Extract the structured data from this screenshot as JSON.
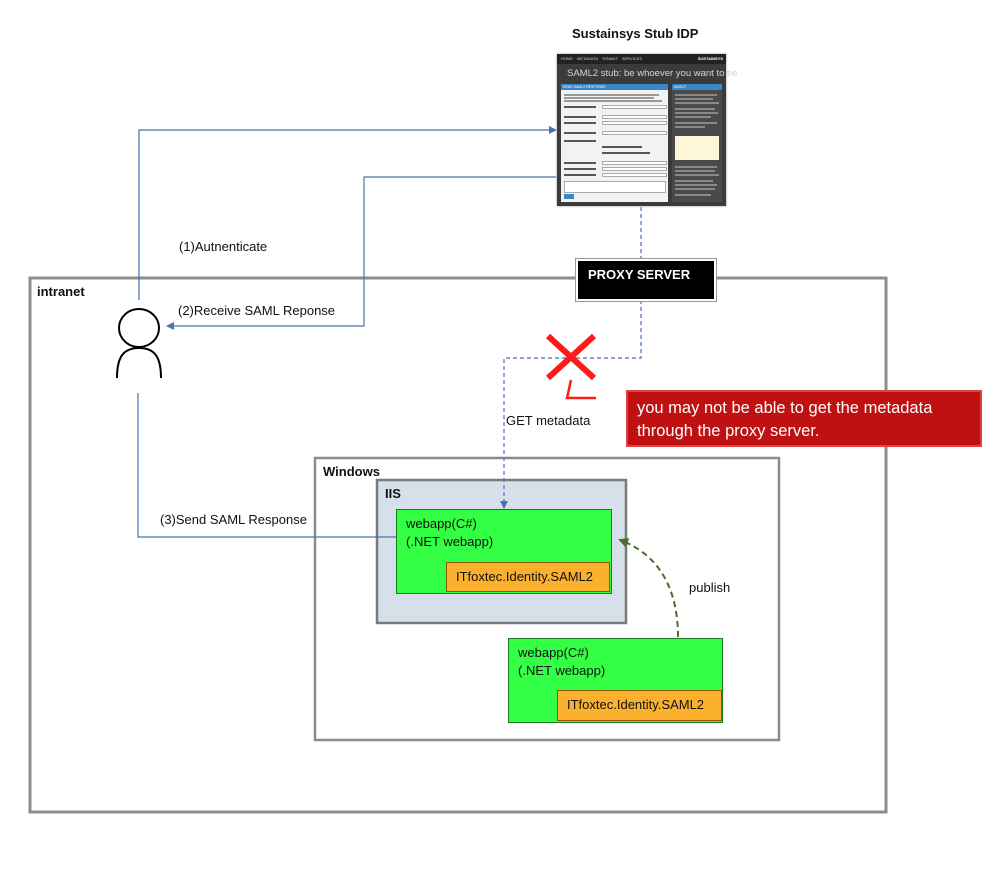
{
  "idp": {
    "title": "Sustainsys  Stub IDP",
    "thumb_nav": [
      "HOME",
      "METADATA",
      "TENANT",
      "SERVICES"
    ],
    "thumb_brand": "SUSTAINSYS",
    "thumb_headline": "SAML2 stub: be whoever you want to be",
    "thumb_form_header": "SEND SAML2 RESPONSE",
    "thumb_about_header": "ABOUT"
  },
  "proxy": {
    "label": "PROXY SERVER"
  },
  "zones": {
    "intranet": "intranet",
    "windows": "Windows",
    "iis": "IIS"
  },
  "steps": {
    "authenticate": "(1)Autnenticate",
    "receive": "(2)Receive SAML Reponse",
    "send": "(3)Send SAML Response",
    "get_metadata": "GET metadata",
    "publish": "publish"
  },
  "warning": {
    "line1": "you may not be able to  get the metadata",
    "line2": "through the proxy server."
  },
  "webapp_iis": {
    "line1": "webapp(C#)",
    "line2": "(.NET webapp)",
    "library": "ITfoxtec.Identity.SAML2"
  },
  "webapp_dev": {
    "line1": "webapp(C#)",
    "line2": "(.NET webapp)",
    "library": "ITfoxtec.Identity.SAML2"
  },
  "colors": {
    "arrow": "#4a72b0",
    "publish_arrow": "#4e6b2e",
    "error": "#ff0000",
    "callout": "#bf1111",
    "webapp": "#33ff44",
    "library": "#fbb12e",
    "iis": "#d6e0ea"
  }
}
